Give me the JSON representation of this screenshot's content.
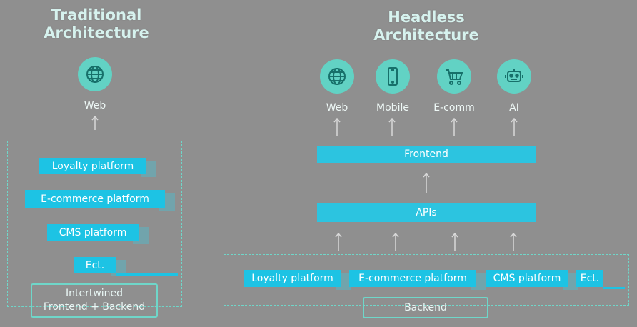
{
  "traditional": {
    "title_line1": "Traditional",
    "title_line2": "Architecture",
    "channel_label": "Web",
    "platforms": [
      "Loyalty platform",
      "E-commerce platform",
      "CMS platform",
      "Ect."
    ],
    "footer_line1": "Intertwined",
    "footer_line2": "Frontend + Backend"
  },
  "headless": {
    "title_line1": "Headless",
    "title_line2": "Architecture",
    "channels": [
      {
        "label": "Web",
        "icon": "globe-icon"
      },
      {
        "label": "Mobile",
        "icon": "mobile-icon"
      },
      {
        "label": "E-comm",
        "icon": "cart-icon"
      },
      {
        "label": "AI",
        "icon": "robot-icon"
      }
    ],
    "frontend_label": "Frontend",
    "apis_label": "APIs",
    "platforms": [
      "Loyalty platform",
      "E-commerce platform",
      "CMS platform",
      "Ect."
    ],
    "backend_label": "Backend"
  },
  "colors": {
    "background": "#8f8f8f",
    "teal": "#62d2c4",
    "cyan": "#1dc3e4"
  }
}
